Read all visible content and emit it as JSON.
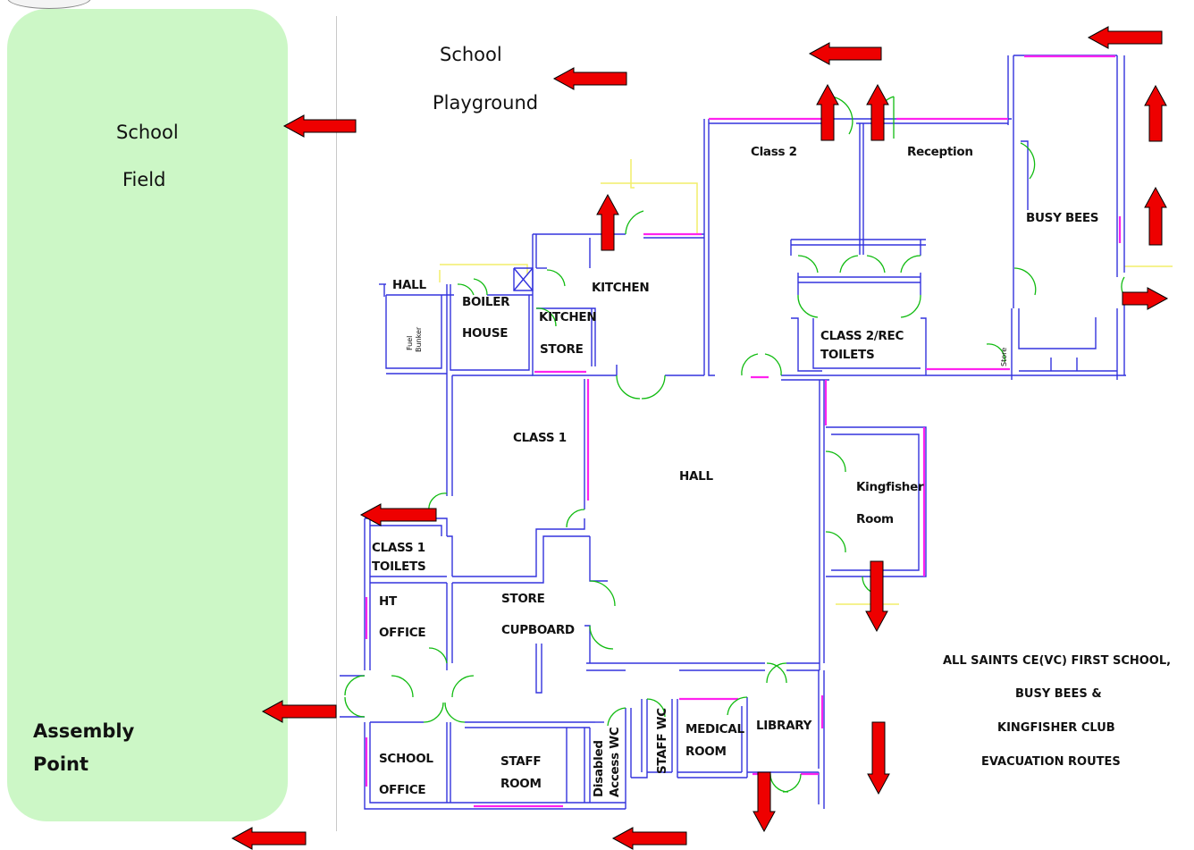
{
  "legend_title": {
    "line1": "ALL SAINTS CE(VC) FIRST SCHOOL,",
    "line2": "BUSY BEES &",
    "line3": "KINGFISHER CLUB",
    "line4": "EVACUATION ROUTES"
  },
  "areas": {
    "field_line1": "School",
    "field_line2": "Field",
    "playground_line1": "School",
    "playground_line2": "Playground",
    "assembly_line1": "Assembly",
    "assembly_line2": "Point"
  },
  "rooms": {
    "class2": "Class 2",
    "reception": "Reception",
    "busy_bees": "BUSY BEES",
    "hall_small": "HALL",
    "boiler1": "BOILER",
    "boiler2": "HOUSE",
    "kitchen": "KITCHEN",
    "kitchen_store1": "KITCHEN",
    "kitchen_store2": "STORE",
    "toilets2_1": "CLASS 2/REC",
    "toilets2_2": "TOILETS",
    "class1": "CLASS 1",
    "hall_main": "HALL",
    "kingfisher1": "Kingfisher",
    "kingfisher2": "Room",
    "class1_toilets1": "CLASS 1",
    "class1_toilets2": "TOILETS",
    "ht1": "HT",
    "ht2": "OFFICE",
    "store1": "STORE",
    "store2": "CUPBOARD",
    "school_office1": "SCHOOL",
    "school_office2": "OFFICE",
    "staff_room1": "STAFF",
    "staff_room2": "ROOM",
    "disabled1": "Disabled",
    "disabled2": "Access WC",
    "staff_wc": "STAFF WC",
    "medical1": "MEDICAL",
    "medical2": "ROOM",
    "library": "LIBRARY",
    "fuel1": "Fuel",
    "fuel2": "Bunker",
    "store_small": "Store"
  },
  "colors": {
    "field": "#ccf7c6",
    "wall": "#3333dd",
    "door": "#11bb11",
    "fire_door": "#ff22ee",
    "exit_arrow": "#ee0000",
    "arrow_outline": "#000000",
    "outline_yellow": "#f2ee6a"
  },
  "icons": {
    "exit": "red-arrow-icon",
    "crest": "school-crest-logo"
  }
}
